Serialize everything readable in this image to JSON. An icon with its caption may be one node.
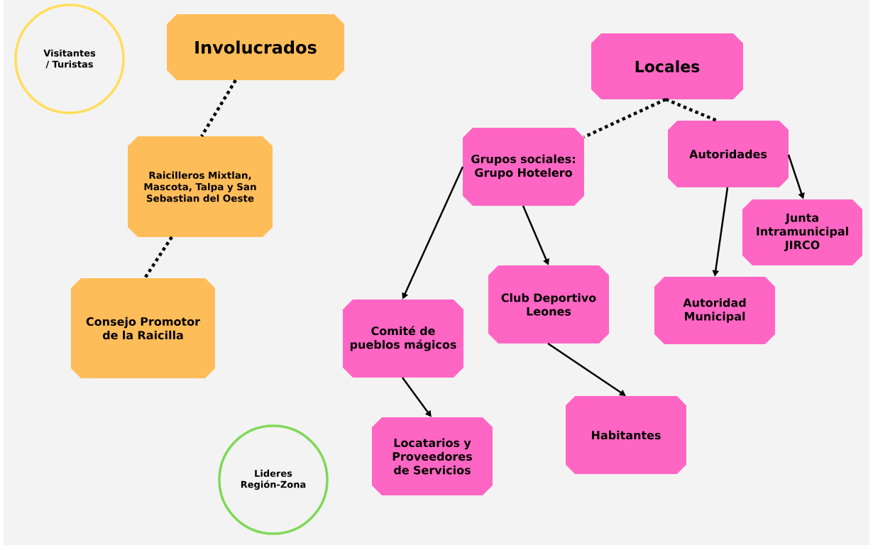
{
  "diagram": {
    "nodes": [
      {
        "text": [
          "Visitantes / Turistas"
        ]
      },
      {
        "text": [
          "Involucrados"
        ]
      },
      {
        "text": [
          "Raicilleros Mixtlan, Mascota, Talpa y San Sebastian del Oeste"
        ]
      },
      {
        "text": [
          "Consejo Promotor de la Raicilla"
        ]
      },
      {
        "text": [
          "Lideres Región-Zona"
        ]
      },
      {
        "text": [
          "Locales"
        ]
      },
      {
        "text": [
          "Grupos sociales: Grupo Hotelero"
        ]
      },
      {
        "text": [
          "Autoridades"
        ]
      },
      {
        "text": [
          "Junta Intramunicipal JIRCO"
        ]
      },
      {
        "text": [
          "Comité de pueblos mágicos"
        ]
      },
      {
        "text": [
          "Club Deportivo Leones"
        ]
      },
      {
        "text": [
          "Autoridad Municipal"
        ]
      },
      {
        "text": [
          "Locatarios y Proveedores de Servicios"
        ]
      },
      {
        "text": [
          "Habitantes"
        ]
      }
    ],
    "edges": [
      {
        "from": 1,
        "to": 2,
        "arrow": "none",
        "style": "dashed"
      },
      {
        "from": 2,
        "to": 3,
        "arrow": "none",
        "style": "dashed"
      },
      {
        "from": 5,
        "to": 6,
        "arrow": "none",
        "style": "dashed"
      },
      {
        "from": 5,
        "to": 7,
        "arrow": "none",
        "style": "dashed"
      },
      {
        "from": 6,
        "to": 9,
        "arrow": "to"
      },
      {
        "from": 6,
        "to": 10,
        "arrow": "to"
      },
      {
        "from": 7,
        "to": 11,
        "arrow": "to"
      },
      {
        "from": 7,
        "to": 8,
        "arrow": "to"
      },
      {
        "from": 9,
        "to": 12,
        "arrow": "to"
      },
      {
        "from": 10,
        "to": 13,
        "arrow": "to"
      }
    ]
  }
}
